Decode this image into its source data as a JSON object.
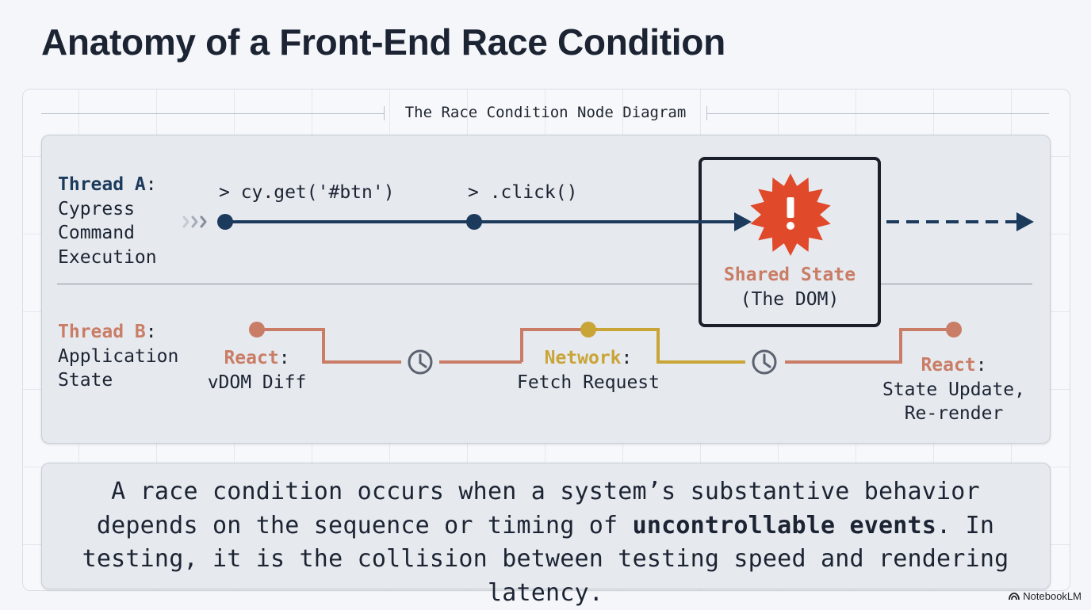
{
  "title": "Anatomy of a Front-End Race Condition",
  "diagram_title": "The Race Condition Node Diagram",
  "thread_a": {
    "name": "Thread A",
    "sep": ":",
    "desc": [
      "Cypress",
      "Command",
      "Execution"
    ],
    "commands": [
      "> cy.get('#btn')",
      "> .click()"
    ]
  },
  "shared_state": {
    "label": "Shared State",
    "sub": "(The DOM)",
    "icon": "warning-burst-icon"
  },
  "thread_b": {
    "name": "Thread B",
    "sep": ":",
    "desc": [
      "Application",
      "State"
    ],
    "events": [
      {
        "kind": "React",
        "sep": ":",
        "desc": [
          "vDOM Diff"
        ]
      },
      {
        "kind": "Network",
        "sep": ":",
        "desc": [
          "Fetch Request"
        ]
      },
      {
        "kind": "React",
        "sep": ":",
        "desc": [
          "State Update,",
          "Re-render"
        ]
      }
    ]
  },
  "summary": {
    "part1": "A race condition occurs when a system’s substantive behavior depends on the sequence or timing of ",
    "bold": "uncontrollable events",
    "part2": ". In testing, it is the collision between testing speed and rendering latency."
  },
  "watermark": "NotebookLM",
  "colors": {
    "navy": "#1b3a5c",
    "salmon": "#c97d66",
    "gold": "#c9a437",
    "alert": "#e0492a",
    "clock": "#5b6270"
  }
}
